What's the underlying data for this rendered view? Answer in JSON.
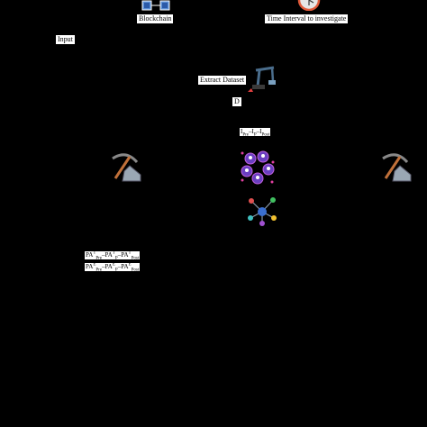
{
  "labels": {
    "blockchain": "Blockchain",
    "time_interval": "Time Interval to investigate",
    "input": "Input",
    "extract_dataset": "Extract Dataset",
    "d": "D"
  },
  "interval_formula": {
    "i1": "I",
    "s1": "Pre",
    "i2": "I",
    "s2": "P",
    "i3": "I",
    "s3": "Post"
  },
  "pa_formula_1": {
    "a": "PA",
    "sup_a": "T",
    "sub_a": "Pre",
    "b": "PA",
    "sup_b": "T",
    "sub_b": "P",
    "c": "PA",
    "sup_c": "T",
    "sub_c": "Post"
  },
  "pa_formula_2": {
    "a": "PA",
    "sup_a": "E",
    "sub_a": "Pre",
    "b": "PA",
    "sup_b": "E",
    "sub_b": "P",
    "c": "PA",
    "sup_c": "E",
    "sub_c": "Post"
  },
  "icons": [
    "blockchain-cubes-icon",
    "clock-icon",
    "excavator-icon",
    "mining-pickaxe-icon",
    "address-cluster-icon",
    "network-graph-icon"
  ]
}
